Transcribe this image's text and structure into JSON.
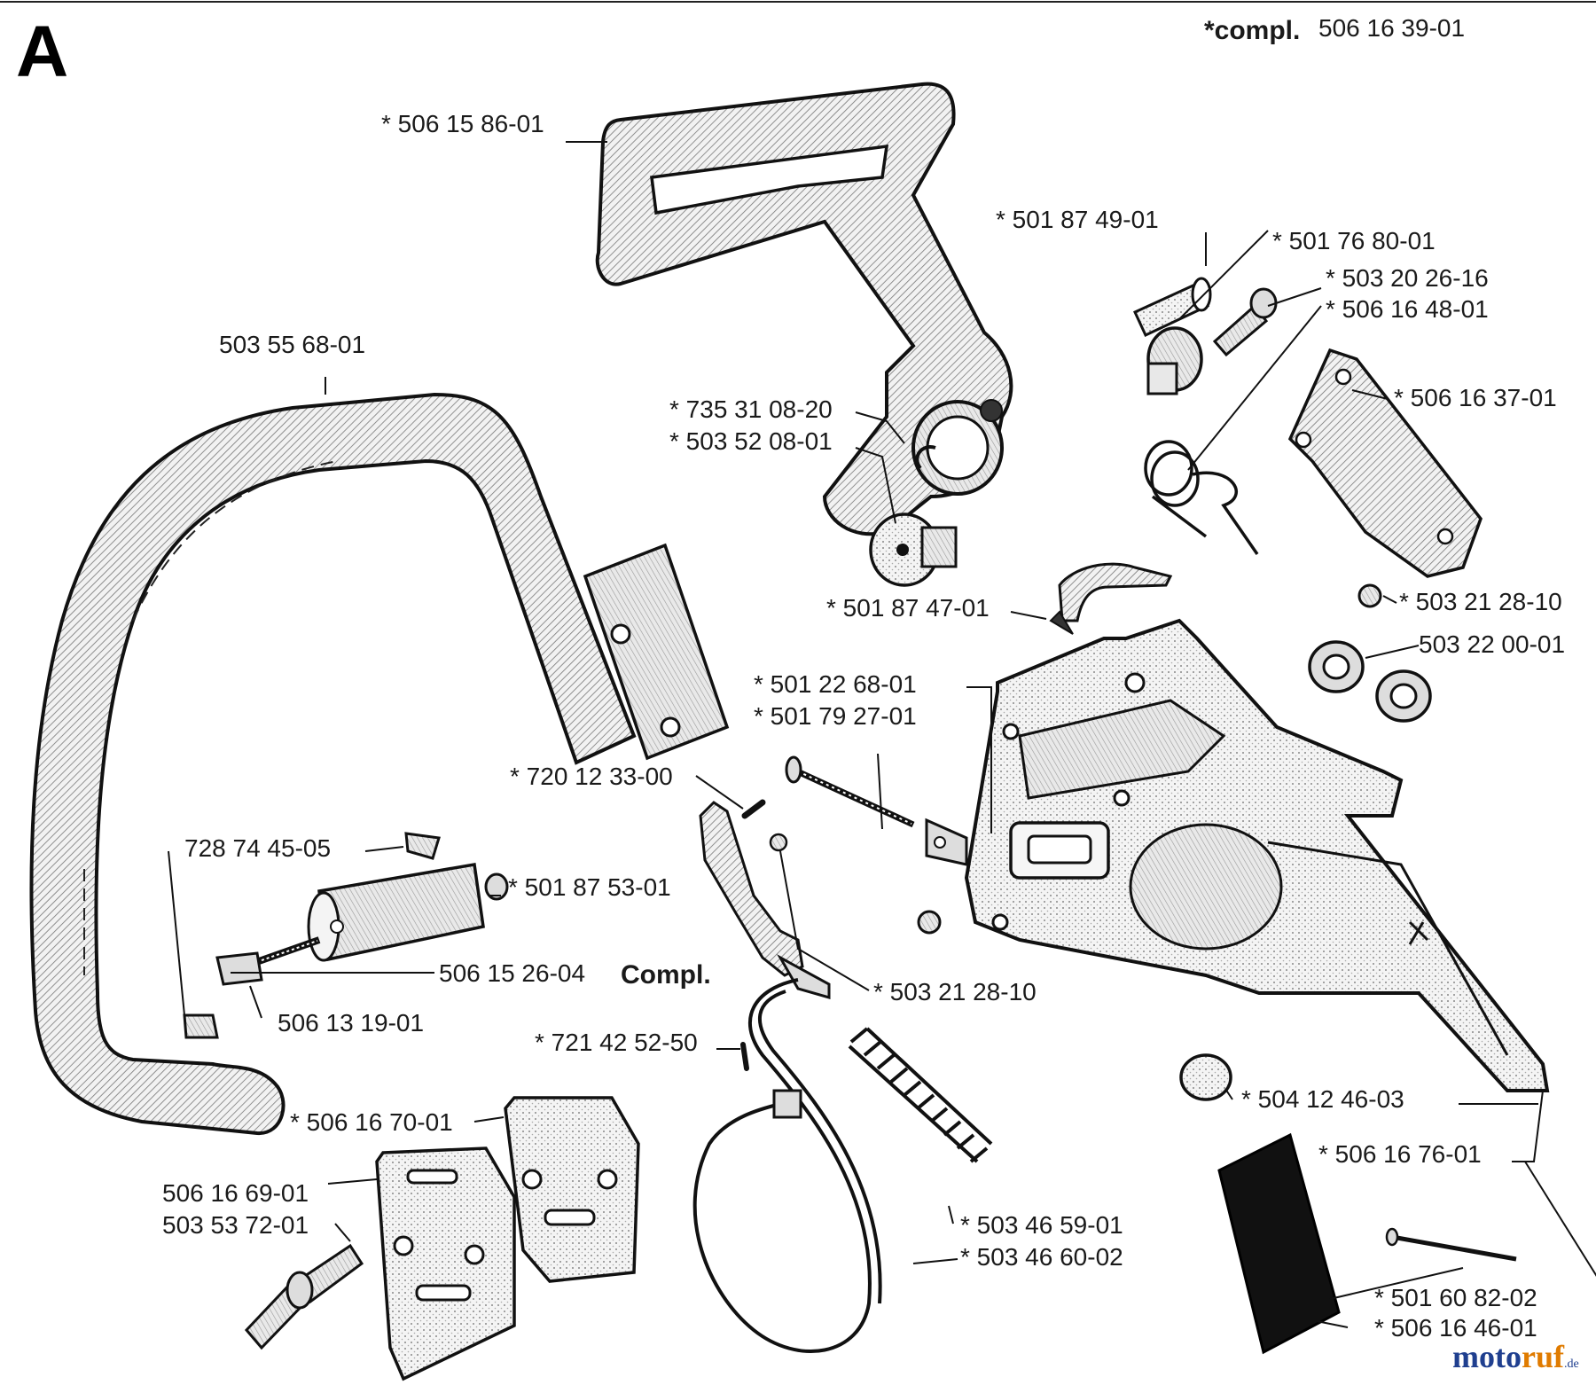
{
  "section_letter": "A",
  "header": {
    "compl_label": "*compl.",
    "compl_number": "506 16 39-01"
  },
  "parts": {
    "front_handle_bracket": "* 506 15 86-01",
    "bracket_pin": "* 501 87 49-01",
    "bushing_a": "* 501 76 80-01",
    "screw_a": "* 503 20 26-16",
    "torsion_spring": "* 506 16 48-01",
    "cover_plate": "* 506 16 37-01",
    "front_handle": "503 55 68-01",
    "circlip": "* 735 31 08-20",
    "bushing_b": "* 503 52 08-01",
    "latch": "* 501 87 47-01",
    "screw_b": "* 503 21 28-10",
    "nut": "503 22 00-01",
    "tension_screw_a": "* 501 22 68-01",
    "tension_screw_b": "* 501 79 27-01",
    "pin_a": "* 720 12 33-00",
    "dog_screw": "728 74 45-05",
    "lever": "* 501 87 53-01",
    "muffler_compl": "506 15 26-04",
    "compl_word": "Compl.",
    "screw_c": "* 503 21 28-10",
    "shaft_screw": "506 13 19-01",
    "pin_b": "* 721 42 52-50",
    "rubber_plug": "* 504 12 46-03",
    "plate_a": "* 506 16 70-01",
    "clutch_cover": "* 506 16 76-01",
    "plate_b": "506 16 69-01",
    "stud": "503 53 72-01",
    "spring_a": "* 503 46 59-01",
    "spring_b": "* 503 46 60-02",
    "rivet": "* 501 60 82-02",
    "pad": "* 506 16 46-01"
  },
  "watermark": {
    "part_a": "moto",
    "part_b": "ruf",
    "part_c": ".de"
  }
}
